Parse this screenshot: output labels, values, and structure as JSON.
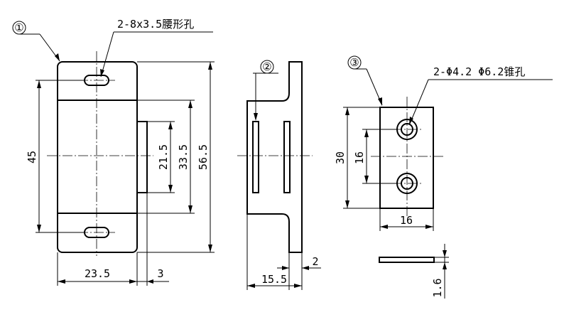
{
  "callouts": {
    "part1": "①",
    "part2": "②",
    "part3": "③",
    "slot_note": "2-8x3.5腰形孔",
    "hole_note": "2-Φ4.2  Φ6.2锥孔"
  },
  "dimensions": {
    "d45": "45",
    "d21_5": "21.5",
    "d33_5": "33.5",
    "d56_5": "56.5",
    "d23_5": "23.5",
    "d3": "3",
    "d15_5": "15.5",
    "d2": "2",
    "d30": "30",
    "d16v": "16",
    "d16h": "16",
    "d1_6": "1.6"
  }
}
